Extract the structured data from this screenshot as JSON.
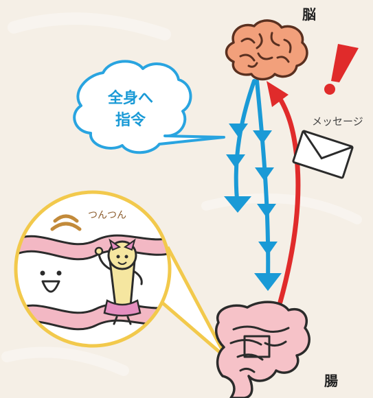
{
  "labels": {
    "brain": "脳",
    "gut": "腸",
    "message": "メッセージ",
    "bubble_line1": "全身へ",
    "bubble_line2": "指令",
    "tsuntsun": "つんつん"
  },
  "colors": {
    "background": "#f5efe6",
    "blue_arrow": "#1a9ad6",
    "red_arrow": "#e02b2b",
    "brain_fill": "#f2a07b",
    "gut_fill": "#f6c2c8",
    "bubble_stroke": "#29a4e0",
    "bubble_text": "#1a9ad6",
    "zoom_border": "#f2c94c",
    "exclaim": "#e02b2b",
    "wave_pink": "#f3b8c4"
  },
  "icons": {
    "brain": "brain-icon",
    "gut": "intestine-icon",
    "envelope": "envelope-icon",
    "exclamation": "exclamation-icon"
  }
}
